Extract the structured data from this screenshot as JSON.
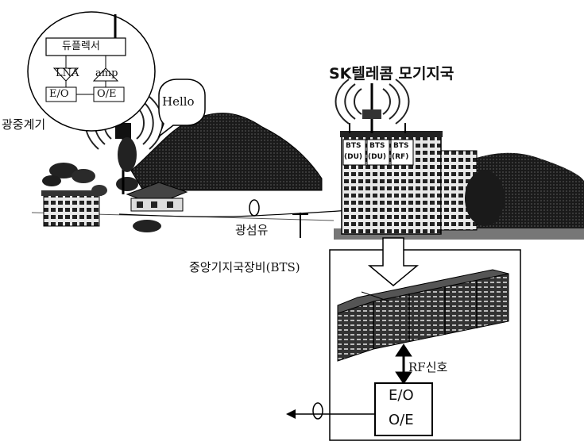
{
  "labels": {
    "optical_repeater": "광중계기",
    "duplexer": "듀플렉서",
    "lna": "LNA",
    "amp": "amp",
    "eo": "E/O",
    "oe": "O/E",
    "hello": "Hello",
    "sk_base_station": "SK텔레콤 모기지국",
    "bts_du_1_top": "BTS",
    "bts_du_1_bottom": "(DU)",
    "bts_du_2_top": "BTS",
    "bts_du_2_bottom": "(DU)",
    "bts_rf_top": "BTS",
    "bts_rf_bottom": "(RF)",
    "optical_fiber": "광섬유",
    "central_bts": "중앙기지국장비(BTS)",
    "rf_signal": "RF신호",
    "box_eo": "E/O",
    "box_oe": "O/E"
  },
  "icons": {
    "repeater_antenna": "antenna-icon",
    "station_antenna": "antenna-icon",
    "fiber_loop": "fiber-loop-icon",
    "down_arrow": "down-arrow-icon",
    "left_arrow": "left-arrow-icon"
  }
}
